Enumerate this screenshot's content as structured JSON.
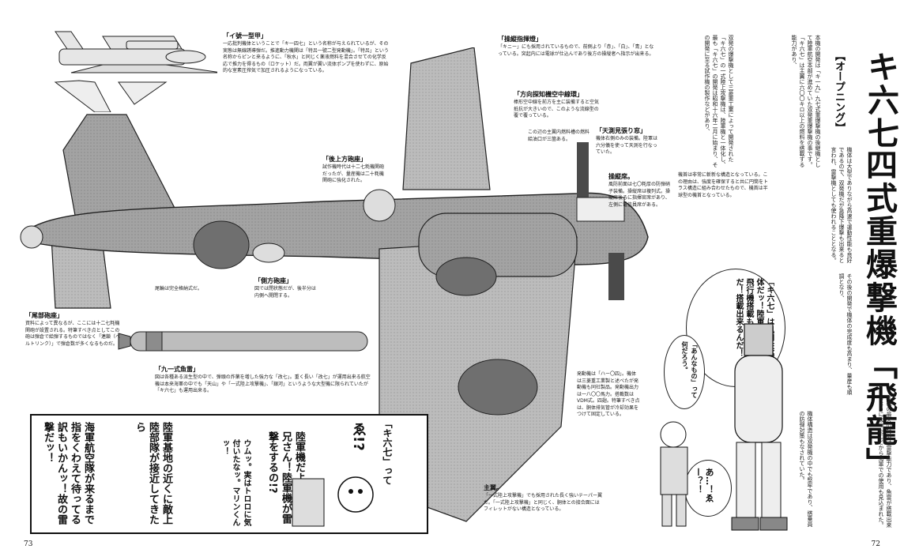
{
  "page_numbers": {
    "left": "73",
    "right": "72"
  },
  "title": {
    "main": "四式重爆撃機「飛龍」",
    "kiname": "キ六七",
    "section": "【オープニング】"
  },
  "callouts": {
    "igo": {
      "label": "「イ號一型甲」",
      "text": "一応批判機体ということで「キ一四七」という名称が与えられているが、その実態は無線誘導弾だ。推進動力機関は「特呂一號二型発動機」。「特呂」という名称からピンと来るように、「秋水」と同じく薬液燃料を混合させての化学反応で推力を得るもの（ロケット）だ。両翼が翼い流体ポンプを使わずに、原始的な室素圧搾気で加圧されるようになっている。"
    },
    "bomb_sight": {
      "label": "「操縦指揮燈」",
      "text": "「キニー」にも採用されているもので、前側より「赤」、「白」、「青」となっている。突起内には電球が仕込んであり後方の操縦者へ指示が出来る。"
    },
    "rear_gun": {
      "label": "「後上方砲座」",
      "text": "試作機時代は十二七粍機関砲だったが、量産機は二十粍機関砲に強化された。"
    },
    "direction": {
      "label": "「方向探知機空中線環」",
      "text": "棒形空中線を前方を主に装備すると空気抵抗が大きいので、このような流線型の覆で覆っている。"
    },
    "fuel": {
      "label": "",
      "text": "この辺の主翼内燃料槽の燃料給油口が三箇ある。"
    },
    "sky_window": {
      "label": "「天測見張り窓」",
      "text": "機体右側のみの装備。陸軍は六分儀を使って天測を行なっていた。"
    },
    "cockpit": {
      "label": "操縦席。",
      "text": "風防前面は七〇粍厚の防弾硝子装備。操縦席は複列式。操縦席後ろに指揮官席があり、左側に電信員席がある。"
    },
    "nose": {
      "label": "",
      "text": "機首は非常に斬新な構造となっている。この理由は、強度を確保すると共に円筒をトラス構造に組み合わせたもので、機首は半球型の機首となっている。"
    },
    "side_gun": {
      "label": "「側方砲座」",
      "text": "図では閉状態だが、後半分は内側へ開閉する。"
    },
    "tail_note": {
      "label": "",
      "text": "尾輪は完全格納式だ。"
    },
    "tail_gun": {
      "label": "「尾部砲座」",
      "text": "資料によって異なるが、ここには十二七粍機関砲が設置される。特筆すべき点としてこの砲は弾倉で給弾するものではなく「連鎖（ベルトリンク）」で弾倉数が多くなるものだ。"
    },
    "torpedo": {
      "label": "「九一式魚雷」",
      "text": "図は各種ある派生型の中で、弾頭の炸薬を増した強力な「改七」。重く長い「改七」が運用出来る航空機は本来海軍の中でも「天山」や「一式陸上攻撃機」、「銀河」というような大型機に限られていたが「キ六七」も運用出来る。"
    },
    "engine": {
      "label": "",
      "text": "発動機は「ハー〇四」。機体は三菱重工業製と述べたが発動機も同社製品。発動機出力は一八〇〇馬力。搭載数はVDM式。四翅。特筆すべき点は、胴体排気管が冷却効果をつけて固定している。"
    },
    "wing": {
      "label": "主翼。",
      "text": "「一式陸上攻撃機」でも採用された長く強いテーパー翼だ。「一式陸上攻撃機」と同じく、胴体との接合面にはフィレットがない構造となっている。"
    }
  },
  "right_columns": [
    "双発の爆撃機として三菱重工業によって開発された「キ六七」の一式陸上攻撃機は、陸軍機と一体化し、最も「キ六七」の開発は昭和十六年二月に始まり、その開発に至る試作機の製作などがあり、",
    "本機の開発は「キ一九」九七式重爆撃機の後継機として陸軍航空本部が進めていた双発重爆撃機の事です。「キ六七」は主翼に六〇〇キロ以上の燃料を搭載する能力があり、",
    "機体は大型でありながら高速で運動性能も良好であるので、双発機だが急降下爆撃も出来ると言われ、雷撃機としても使われることとなる。",
    "その後の開発で機体の完成度も高まり、量産も順調となり、",
    "本機の最大の特徴は雷撃能力であり、魚雷が搭載出来るようになったことから海軍での使用も見込まれた。",
    "機体構造は双発機の中でも堅牢であり、搭乗員の防弾対策もなされていた。"
  ],
  "bubbles_right": {
    "a": "「キ六七」は汎用性高い機体だッ！陸軍機の標準機の飛行機搭載も全て可能なんだ！搭載出来るんだ！",
    "b": "「あんなもの」って何だろう。",
    "c": "あ…！ゑー？！"
  },
  "comic": {
    "b1": "海軍航空隊が来るまで指をくわえて待ってる訳もいかんッ！故の雷撃だッ！",
    "b2": "陸軍基地の近くに敵上陸部隊が接近してきたら",
    "b3": "ウムッ。実はトロロに気付いたなッ。マリンくんッ！",
    "b4": "陸軍機だよ!? サブ兄さん！陸軍機が雷撃をするの!?",
    "b5": "「キ六七」って",
    "b6": "ゑ!?"
  },
  "colors": {
    "ink": "#111111",
    "panel": "#9a9a9a",
    "light": "#c8c8c8"
  }
}
